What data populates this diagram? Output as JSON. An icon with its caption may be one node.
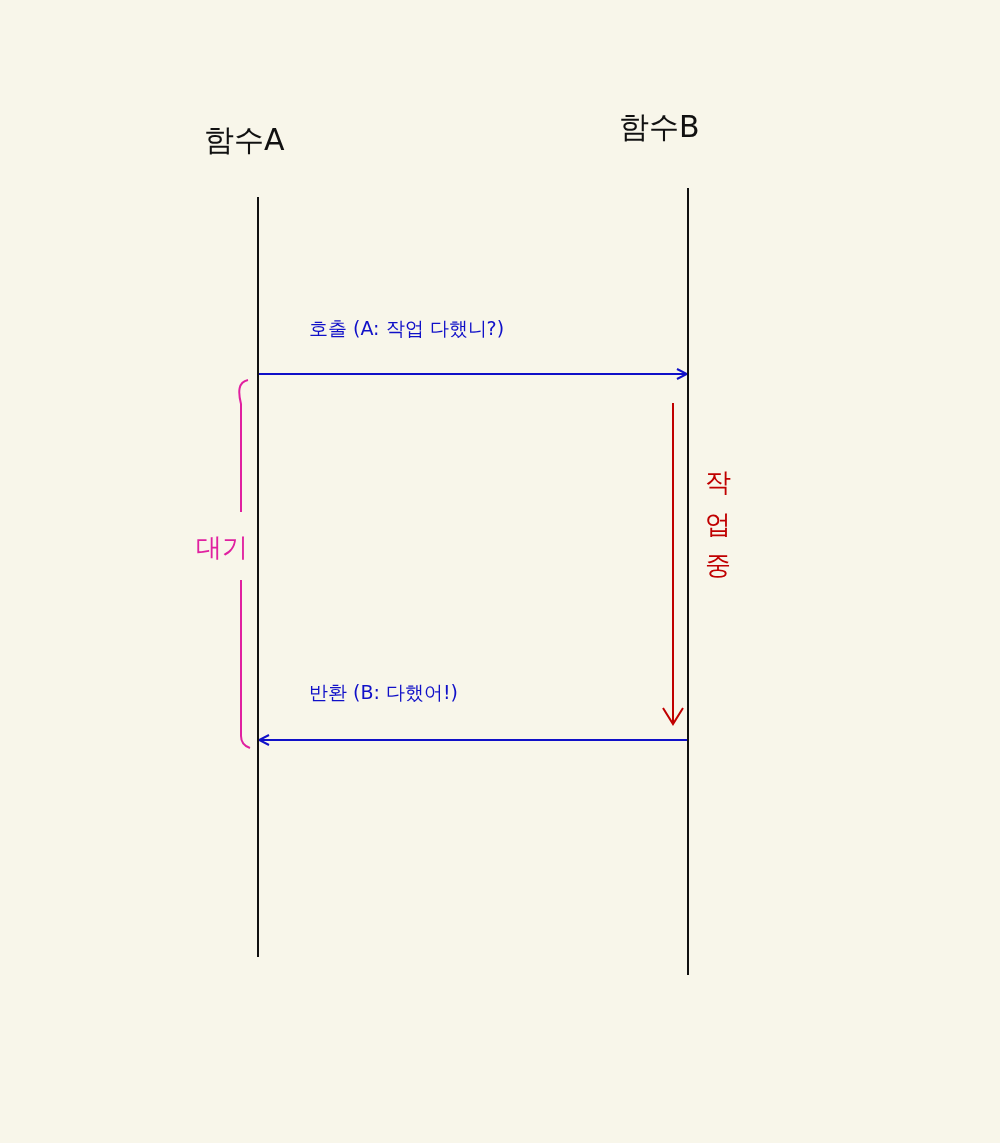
{
  "diagram": {
    "nodes": [
      {
        "text": [
          "함수A"
        ]
      },
      {
        "text": [
          "함수B"
        ]
      },
      {
        "text": [],
        "shape": "bar",
        "beside": [
          "대기"
        ]
      },
      {
        "text": [],
        "shape": "bar",
        "beside": [
          "작업 중"
        ]
      }
    ],
    "edges": [
      {
        "from": 2,
        "to": 3,
        "arrow": "to",
        "label": "호출 (A: 작업 다했니?)"
      },
      {
        "from": 3,
        "to": 2,
        "arrow": "to",
        "label": "반환 (B: 다했어!)"
      }
    ]
  }
}
